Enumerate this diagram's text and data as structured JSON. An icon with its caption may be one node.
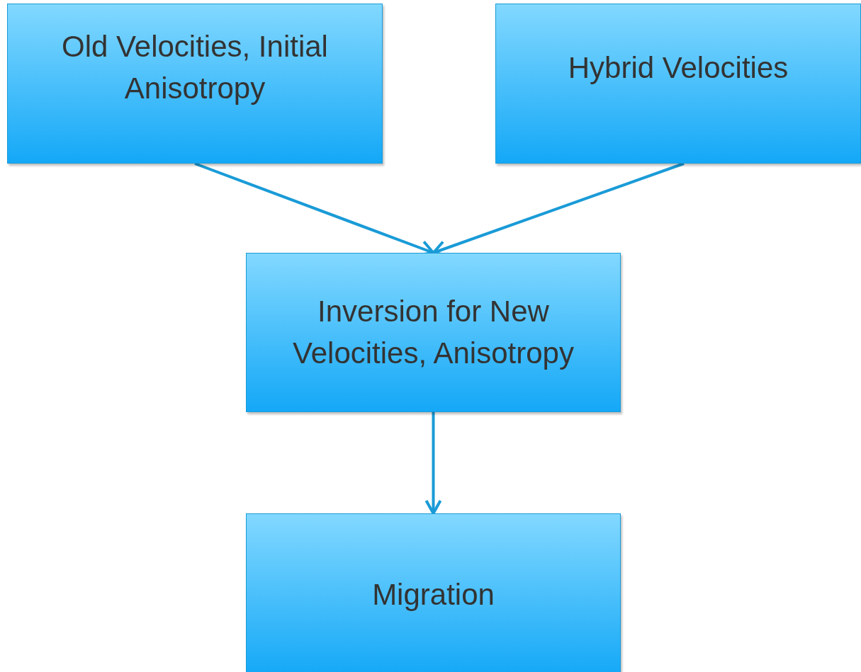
{
  "diagram": {
    "nodes": [
      {
        "text": [
          "Old Velocities, Initial Anisotropy"
        ]
      },
      {
        "text": [
          "Hybrid Velocities"
        ]
      },
      {
        "text": [
          "Inversion for New Velocities, Anisotropy"
        ]
      },
      {
        "text": [
          "Migration"
        ]
      }
    ],
    "edges": [
      {
        "from": 0,
        "to": 2,
        "arrow": "to"
      },
      {
        "from": 1,
        "to": 2,
        "arrow": "to"
      },
      {
        "from": 2,
        "to": 3,
        "arrow": "to"
      }
    ]
  }
}
